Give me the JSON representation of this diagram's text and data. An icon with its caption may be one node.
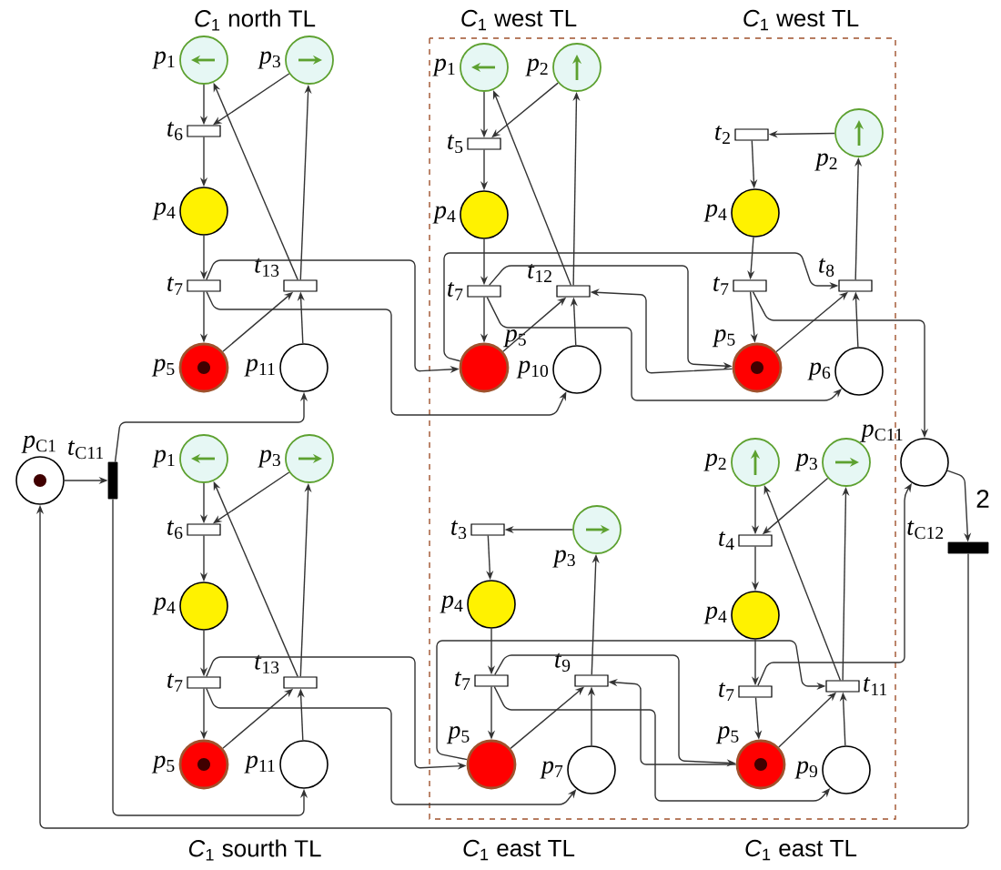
{
  "diagram": {
    "nodes": [
      {
        "text": [],
        "shape": "circle",
        "beside": [
          "*p*$_{1}$"
        ]
      },
      {
        "text": [],
        "shape": "circle",
        "beside": [
          "*p*$_{3}$"
        ]
      },
      {
        "text": [],
        "shape": "bar",
        "beside": [
          "*t*$_{6}$"
        ]
      },
      {
        "text": [],
        "shape": "circle",
        "beside": [
          "*p*$_{4}$"
        ]
      },
      {
        "text": [],
        "shape": "bar",
        "beside": [
          "*t*$_{7}$"
        ]
      },
      {
        "text": [],
        "shape": "bar",
        "beside": [
          "*t*$_{13}$"
        ]
      },
      {
        "text": [],
        "shape": "circle",
        "beside": [
          "*p*$_{5}$"
        ]
      },
      {
        "text": [],
        "shape": "circle",
        "beside": [
          "*p*$_{11}$"
        ]
      },
      {
        "text": [],
        "shape": "circle",
        "beside": [
          "*p*$_{1}$"
        ]
      },
      {
        "text": [],
        "shape": "circle",
        "beside": [
          "*p*$_{2}$"
        ]
      },
      {
        "text": [],
        "shape": "bar",
        "beside": [
          "*t*$_{5}$"
        ]
      },
      {
        "text": [],
        "shape": "circle",
        "beside": [
          "*p*$_{4}$"
        ]
      },
      {
        "text": [],
        "shape": "bar",
        "beside": [
          "*t*$_{7}$"
        ]
      },
      {
        "text": [],
        "shape": "bar",
        "beside": [
          "*t*$_{12}$"
        ]
      },
      {
        "text": [],
        "shape": "circle",
        "beside": [
          "*p*$_{5}$"
        ]
      },
      {
        "text": [],
        "shape": "circle",
        "beside": [
          "*p*$_{10}$"
        ]
      },
      {
        "text": [],
        "shape": "bar",
        "beside": [
          "*t*$_{2}$"
        ]
      },
      {
        "text": [],
        "shape": "circle",
        "beside": [
          "*p*$_{2}$"
        ]
      },
      {
        "text": [],
        "shape": "circle",
        "beside": [
          "*p*$_{4}$"
        ]
      },
      {
        "text": [],
        "shape": "bar",
        "beside": [
          "*t*$_{7}$"
        ]
      },
      {
        "text": [],
        "shape": "bar",
        "beside": [
          "*t*$_{8}$"
        ]
      },
      {
        "text": [],
        "shape": "circle",
        "beside": [
          "*p*$_{5}$"
        ]
      },
      {
        "text": [],
        "shape": "circle",
        "beside": [
          "*p*$_{6}$"
        ]
      },
      {
        "text": [],
        "shape": "circle",
        "beside": [
          "*p*$_{C1}$"
        ]
      },
      {
        "text": [],
        "shape": "bar",
        "beside": [
          "*t*$_{C11}$"
        ]
      },
      {
        "text": [],
        "shape": "circle",
        "beside": [
          "*p*$_{C11}$"
        ]
      },
      {
        "text": [],
        "shape": "bar",
        "beside": [
          "*t*$_{C12}$"
        ]
      },
      {
        "text": [],
        "shape": "circle",
        "beside": [
          "*p*$_{1}$"
        ]
      },
      {
        "text": [],
        "shape": "circle",
        "beside": [
          "*p*$_{3}$"
        ]
      },
      {
        "text": [],
        "shape": "bar",
        "beside": [
          "*t*$_{6}$"
        ]
      },
      {
        "text": [],
        "shape": "circle",
        "beside": [
          "*p*$_{4}$"
        ]
      },
      {
        "text": [],
        "shape": "bar",
        "beside": [
          "*t*$_{7}$"
        ]
      },
      {
        "text": [],
        "shape": "bar",
        "beside": [
          "*t*$_{13}$"
        ]
      },
      {
        "text": [],
        "shape": "circle",
        "beside": [
          "*p*$_{5}$"
        ]
      },
      {
        "text": [],
        "shape": "circle",
        "beside": [
          "*p*$_{11}$"
        ]
      },
      {
        "text": [],
        "shape": "bar",
        "beside": [
          "*t*$_{3}$"
        ]
      },
      {
        "text": [],
        "shape": "circle",
        "beside": [
          "*p*$_{3}$"
        ]
      },
      {
        "text": [],
        "shape": "circle",
        "beside": [
          "*p*$_{4}$"
        ]
      },
      {
        "text": [],
        "shape": "bar",
        "beside": [
          "*t*$_{7}$"
        ]
      },
      {
        "text": [],
        "shape": "bar",
        "beside": [
          "*t*$_{9}$"
        ]
      },
      {
        "text": [],
        "shape": "circle",
        "beside": [
          "*p*$_{5}$"
        ]
      },
      {
        "text": [],
        "shape": "circle",
        "beside": [
          "*p*$_{7}$"
        ]
      },
      {
        "text": [],
        "shape": "circle",
        "beside": [
          "*p*$_{2}$"
        ]
      },
      {
        "text": [],
        "shape": "circle",
        "beside": [
          "*p*$_{3}$"
        ]
      },
      {
        "text": [],
        "shape": "bar",
        "beside": [
          "*t*$_{4}$"
        ]
      },
      {
        "text": [],
        "shape": "circle",
        "beside": [
          "*p*$_{4}$"
        ]
      },
      {
        "text": [],
        "shape": "bar",
        "beside": [
          "*t*$_{7}$"
        ]
      },
      {
        "text": [],
        "shape": "bar",
        "beside": [
          "*t*$_{11}$"
        ]
      },
      {
        "text": [],
        "shape": "circle",
        "beside": [
          "*p*$_{5}$"
        ]
      },
      {
        "text": [],
        "shape": "circle",
        "beside": [
          "*p*$_{9}$"
        ]
      }
    ],
    "edges": [
      {
        "from": 0,
        "to": 2,
        "arrow": "to"
      },
      {
        "from": 1,
        "to": 2,
        "arrow": "to"
      },
      {
        "from": 2,
        "to": 3,
        "arrow": "to"
      },
      {
        "from": 3,
        "to": 4,
        "arrow": "to"
      },
      {
        "from": 4,
        "to": 6,
        "arrow": "to"
      },
      {
        "from": 6,
        "to": 5,
        "arrow": "to"
      },
      {
        "from": 7,
        "to": 5,
        "arrow": "to"
      },
      {
        "from": 5,
        "to": 0,
        "arrow": "to"
      },
      {
        "from": 5,
        "to": 1,
        "arrow": "to"
      },
      {
        "from": 8,
        "to": 10,
        "arrow": "to"
      },
      {
        "from": 9,
        "to": 10,
        "arrow": "to"
      },
      {
        "from": 10,
        "to": 11,
        "arrow": "to"
      },
      {
        "from": 11,
        "to": 12,
        "arrow": "to"
      },
      {
        "from": 12,
        "to": 14,
        "arrow": "to"
      },
      {
        "from": 14,
        "to": 13,
        "arrow": "to"
      },
      {
        "from": 15,
        "to": 13,
        "arrow": "to"
      },
      {
        "from": 13,
        "to": 8,
        "arrow": "to"
      },
      {
        "from": 13,
        "to": 9,
        "arrow": "to"
      },
      {
        "from": 17,
        "to": 16,
        "arrow": "to"
      },
      {
        "from": 16,
        "to": 18,
        "arrow": "to"
      },
      {
        "from": 18,
        "to": 19,
        "arrow": "to"
      },
      {
        "from": 19,
        "to": 21,
        "arrow": "to"
      },
      {
        "from": 21,
        "to": 20,
        "arrow": "to"
      },
      {
        "from": 22,
        "to": 20,
        "arrow": "to"
      },
      {
        "from": 20,
        "to": 17,
        "arrow": "to"
      },
      {
        "from": 27,
        "to": 29,
        "arrow": "to"
      },
      {
        "from": 28,
        "to": 29,
        "arrow": "to"
      },
      {
        "from": 29,
        "to": 30,
        "arrow": "to"
      },
      {
        "from": 30,
        "to": 31,
        "arrow": "to"
      },
      {
        "from": 31,
        "to": 33,
        "arrow": "to"
      },
      {
        "from": 33,
        "to": 32,
        "arrow": "to"
      },
      {
        "from": 34,
        "to": 32,
        "arrow": "to"
      },
      {
        "from": 32,
        "to": 27,
        "arrow": "to"
      },
      {
        "from": 32,
        "to": 28,
        "arrow": "to"
      },
      {
        "from": 36,
        "to": 35,
        "arrow": "to"
      },
      {
        "from": 35,
        "to": 37,
        "arrow": "to"
      },
      {
        "from": 37,
        "to": 38,
        "arrow": "to"
      },
      {
        "from": 38,
        "to": 40,
        "arrow": "to"
      },
      {
        "from": 40,
        "to": 39,
        "arrow": "to"
      },
      {
        "from": 41,
        "to": 39,
        "arrow": "to"
      },
      {
        "from": 39,
        "to": 36,
        "arrow": "to"
      },
      {
        "from": 42,
        "to": 44,
        "arrow": "to"
      },
      {
        "from": 43,
        "to": 44,
        "arrow": "to"
      },
      {
        "from": 44,
        "to": 45,
        "arrow": "to"
      },
      {
        "from": 45,
        "to": 46,
        "arrow": "to"
      },
      {
        "from": 46,
        "to": 48,
        "arrow": "to"
      },
      {
        "from": 48,
        "to": 47,
        "arrow": "to"
      },
      {
        "from": 49,
        "to": 47,
        "arrow": "to"
      },
      {
        "from": 47,
        "to": 42,
        "arrow": "to"
      },
      {
        "from": 47,
        "to": 43,
        "arrow": "to"
      },
      {
        "from": 23,
        "to": 24,
        "arrow": "to"
      },
      {
        "from": 24,
        "to": 7,
        "arrow": "to"
      },
      {
        "from": 24,
        "to": 34,
        "arrow": "to"
      },
      {
        "from": 26,
        "to": 23,
        "arrow": "to"
      },
      {
        "from": 25,
        "to": 26,
        "arrow": "to",
        "label": "2"
      },
      {
        "from": 19,
        "to": 25,
        "arrow": "to"
      },
      {
        "from": 46,
        "to": 25,
        "arrow": "to"
      },
      {
        "from": 4,
        "to": 14,
        "arrow": "to"
      },
      {
        "from": 4,
        "to": 15,
        "arrow": "to"
      },
      {
        "from": 31,
        "to": 40,
        "arrow": "to"
      },
      {
        "from": 31,
        "to": 41,
        "arrow": "to"
      },
      {
        "from": 12,
        "to": 21,
        "arrow": "to"
      },
      {
        "from": 12,
        "to": 22,
        "arrow": "to"
      },
      {
        "from": 14,
        "to": 20,
        "arrow": "to"
      },
      {
        "from": 21,
        "to": 13,
        "arrow": "to"
      },
      {
        "from": 38,
        "to": 48,
        "arrow": "to"
      },
      {
        "from": 38,
        "to": 49,
        "arrow": "to"
      },
      {
        "from": 40,
        "to": 47,
        "arrow": "to"
      },
      {
        "from": 48,
        "to": 39,
        "arrow": "to"
      }
    ],
    "labels": [
      "*C*$_{1}$ north TL",
      "*C*$_{1}$ west TL",
      "*C*$_{1}$ west TL",
      "*C*$_{1}$ sourth TL",
      "*C*$_{1}$ east TL",
      "*C*$_{1}$ east TL"
    ]
  }
}
